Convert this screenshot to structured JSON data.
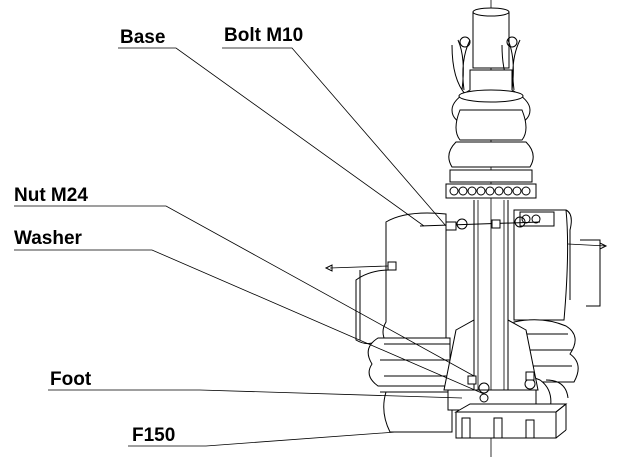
{
  "labels": {
    "base": "Base",
    "bolt": "Bolt M10",
    "nut": "Nut M24",
    "washer": "Washer",
    "foot": "Foot",
    "flange": "F150"
  }
}
